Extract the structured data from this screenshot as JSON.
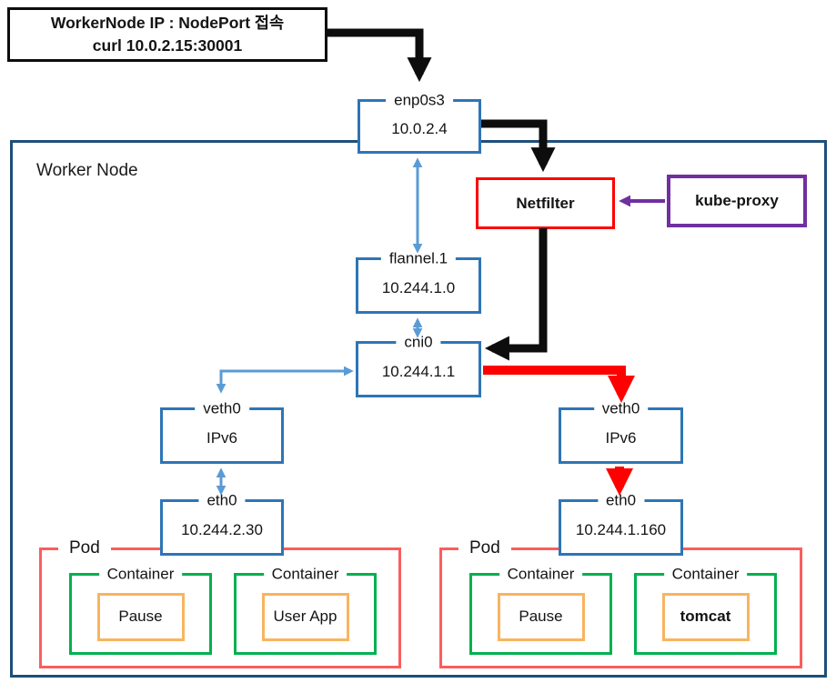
{
  "colors": {
    "ink": "#0d0d0d",
    "box-blue": "#2E75B6",
    "arrow-blue": "#5B9BD5",
    "worker-border": "#1F4E79",
    "pod-red": "#FB5D5D",
    "flow-red": "#FE0000",
    "container-green": "#00B050",
    "app-orange": "#F9B45F",
    "proxy-purple": "#7030A0"
  },
  "annotation": {
    "line1": "WorkerNode IP : NodePort 접속",
    "line2": "curl 10.0.2.15:30001"
  },
  "worker_node": {
    "label": "Worker Node"
  },
  "netfilter": {
    "label": "Netfilter"
  },
  "kube_proxy": {
    "label": "kube-proxy"
  },
  "interfaces": {
    "enp0s3": {
      "name": "enp0s3",
      "addr": "10.0.2.4"
    },
    "flannel": {
      "name": "flannel.1",
      "addr": "10.244.1.0"
    },
    "cni0": {
      "name": "cni0",
      "addr": "10.244.1.1"
    },
    "veth_left": {
      "name": "veth0",
      "addr": "IPv6"
    },
    "eth_left": {
      "name": "eth0",
      "addr": "10.244.2.30"
    },
    "veth_right": {
      "name": "veth0",
      "addr": "IPv6"
    },
    "eth_right": {
      "name": "eth0",
      "addr": "10.244.1.160"
    }
  },
  "pods": {
    "left": {
      "label": "Pod",
      "containers": [
        {
          "label": "Container",
          "app": "Pause"
        },
        {
          "label": "Container",
          "app": "User App"
        }
      ]
    },
    "right": {
      "label": "Pod",
      "containers": [
        {
          "label": "Container",
          "app": "Pause"
        },
        {
          "label": "Container",
          "app": "tomcat"
        }
      ]
    }
  }
}
